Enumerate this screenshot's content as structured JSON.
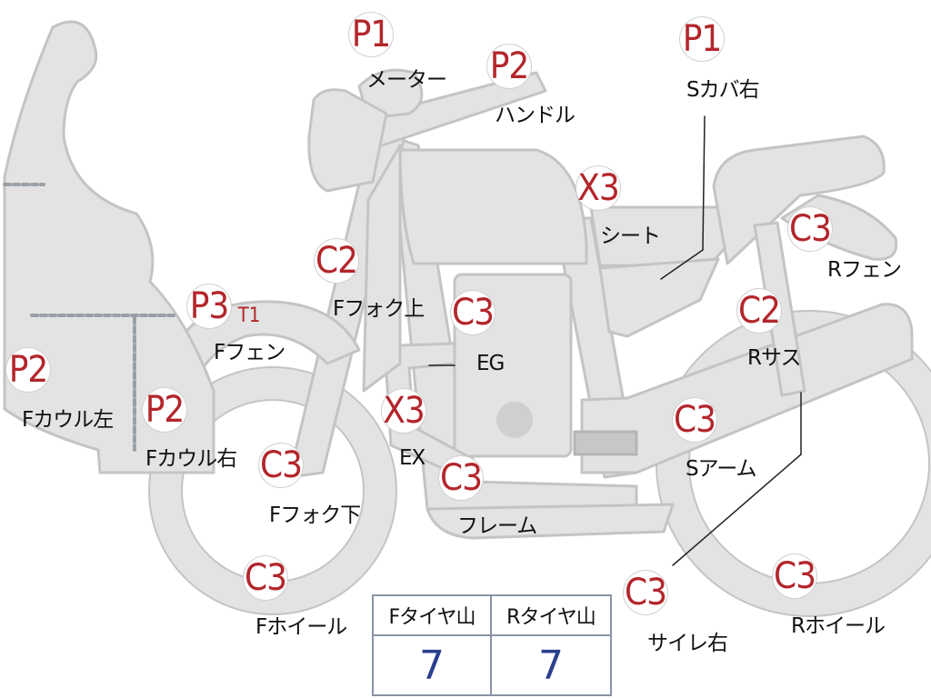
{
  "parts": [
    {
      "id": "meter",
      "grade": "P1",
      "label": "メーター"
    },
    {
      "id": "handle",
      "grade": "P2",
      "label": "ハンドル"
    },
    {
      "id": "side-cover-right",
      "grade": "P1",
      "label": "Sカバ右"
    },
    {
      "id": "seat",
      "grade": "X3",
      "label": "シート"
    },
    {
      "id": "rear-fender",
      "grade": "C3",
      "label": "Rフェン"
    },
    {
      "id": "front-fork-upper",
      "grade": "C2",
      "label": "Fフォク上"
    },
    {
      "id": "front-fender",
      "grade": "P3",
      "label": "Fフェン"
    },
    {
      "id": "engine",
      "grade": "C3",
      "label": "EG"
    },
    {
      "id": "rear-suspension",
      "grade": "C2",
      "label": "Rサス"
    },
    {
      "id": "front-cowl-left",
      "grade": "P2",
      "label": "Fカウル左"
    },
    {
      "id": "front-cowl-right",
      "grade": "P2",
      "label": "Fカウル右"
    },
    {
      "id": "exhaust",
      "grade": "X3",
      "label": "EX"
    },
    {
      "id": "swing-arm",
      "grade": "C3",
      "label": "Sアーム"
    },
    {
      "id": "front-fork-lower",
      "grade": "C3",
      "label": "Fフォク下"
    },
    {
      "id": "frame",
      "grade": "C3",
      "label": "フレーム"
    },
    {
      "id": "front-wheel",
      "grade": "C3",
      "label": "Fホイール"
    },
    {
      "id": "silencer-right",
      "grade": "C3",
      "label": "サイレ右"
    },
    {
      "id": "rear-wheel",
      "grade": "C3",
      "label": "Rホイール"
    }
  ],
  "extra_marks": {
    "front_fender_sub": "T1"
  },
  "tire_tread": {
    "front_header": "Fタイヤ山",
    "rear_header": "Rタイヤ山",
    "front_value": "7",
    "rear_value": "7"
  },
  "colors": {
    "grade_text": "#b3262b",
    "bike_fill": "#e3e3e3",
    "bike_stroke": "#c4c4c4",
    "table_value": "#2b3f8f",
    "table_border": "#8a93a6"
  }
}
